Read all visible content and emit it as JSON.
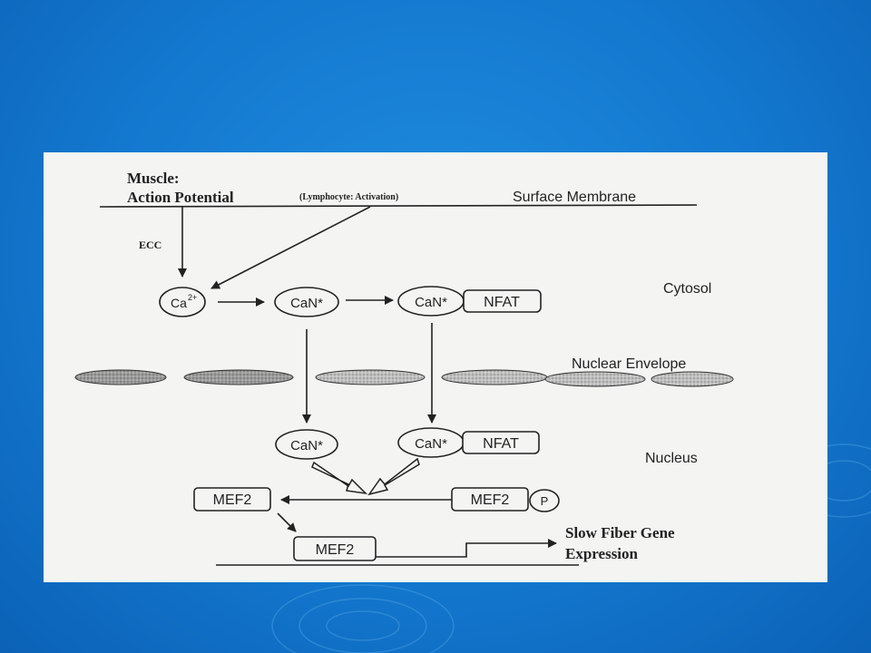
{
  "diagram": {
    "muscle_label": "Muscle:",
    "action_potential_label": "Action Potential",
    "lymphocyte_label": "(Lymphocyte: Activation)",
    "surface_membrane_label": "Surface Membrane",
    "ecc_label": "ECC",
    "ca_label": "Ca",
    "ca_superscript": "2+",
    "can_label": "CaN*",
    "nfat_label": "NFAT",
    "cytosol_label": "Cytosol",
    "nuclear_envelope_label": "Nuclear Envelope",
    "nucleus_label": "Nucleus",
    "mef2_label": "MEF2",
    "p_label": "P",
    "gene_expression_line1": "Slow Fiber Gene",
    "gene_expression_line2": "Expression"
  },
  "colors": {
    "background": "#1378cf",
    "panel": "#f4f4f2",
    "ink": "#222222"
  }
}
